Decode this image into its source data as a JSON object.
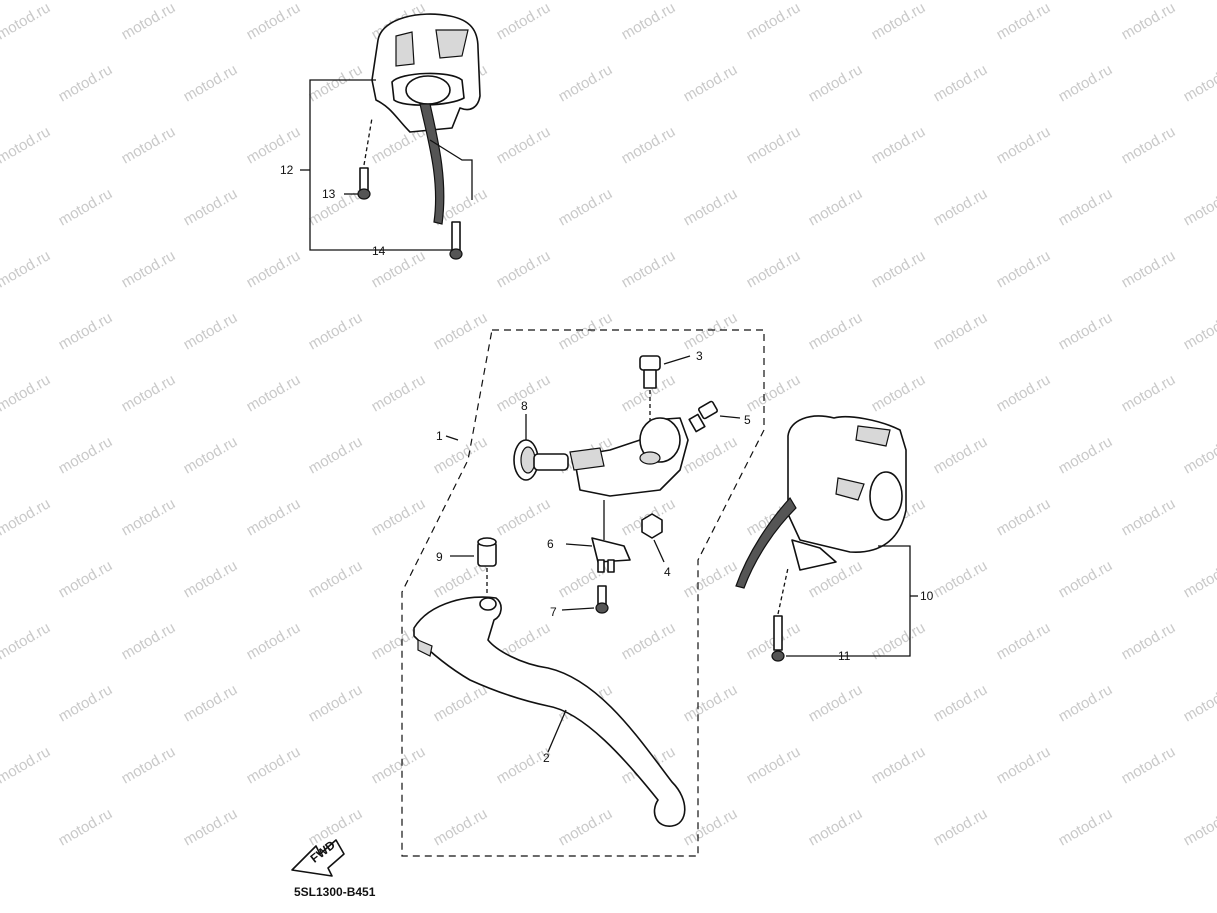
{
  "watermark": {
    "text": "motod.ru",
    "color": "#c9c9c9"
  },
  "diagram_code": "5SL1300-B451",
  "fwd_label": "FWD",
  "callouts": [
    {
      "id": "c1",
      "label": "1"
    },
    {
      "id": "c2",
      "label": "2"
    },
    {
      "id": "c3",
      "label": "3"
    },
    {
      "id": "c4",
      "label": "4"
    },
    {
      "id": "c5",
      "label": "5"
    },
    {
      "id": "c6",
      "label": "6"
    },
    {
      "id": "c7",
      "label": "7"
    },
    {
      "id": "c8",
      "label": "8"
    },
    {
      "id": "c9",
      "label": "9"
    },
    {
      "id": "c10",
      "label": "10"
    },
    {
      "id": "c11",
      "label": "11"
    },
    {
      "id": "c12",
      "label": "12"
    },
    {
      "id": "c13",
      "label": "13"
    },
    {
      "id": "c14",
      "label": "14"
    }
  ]
}
